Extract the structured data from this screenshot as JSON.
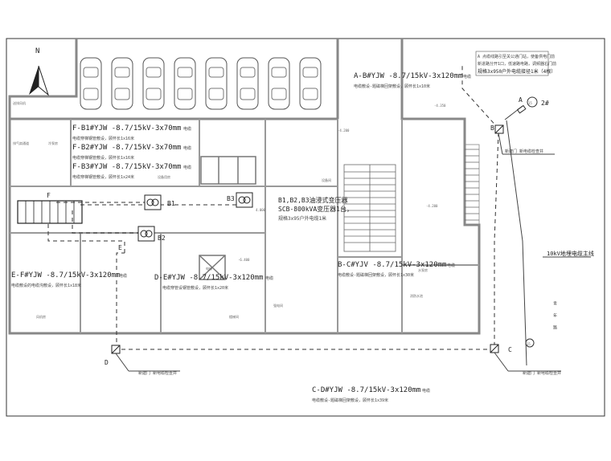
{
  "north_label": "N",
  "cables": {
    "ab": {
      "spec": "A-B#YJW -8.7/15kV-3x120mm",
      "unit": "电缆",
      "note": "电缆敷设-题磁梯回架敷设，顾怀长1x10米"
    },
    "fb1": {
      "spec": "F-B1#YJW -8.7/15kV-3x70mm",
      "unit": "电缆",
      "note": "电缆穿梯钢管敷设，顾怀长1x16米"
    },
    "fb2": {
      "spec": "F-B2#YJW -8.7/15kV-3x70mm",
      "unit": "电缆",
      "note": "电缆穿梯钢管敷设，顾怀长1x16米"
    },
    "fb3": {
      "spec": "F-B3#YJW -8.7/15kV-3x70mm",
      "unit": "电缆",
      "note": "电缆穿梯钢管敷设，顾怀长1x24米"
    },
    "ef": {
      "spec": "E-F#YJW -8.7/15kV-3x120mm",
      "unit": "电缆",
      "note": "电缆敷设的电缆沟敷设，顾怀长1x18米"
    },
    "de": {
      "spec": "D-E#YJW -8.7/15kV-3x120mm",
      "unit": "电缆",
      "note": "电缆穿管设钢管敷设，顾怀长1x20米"
    },
    "bc": {
      "spec": "B-C#YJV -8.7/15kV-3x120mm",
      "unit": "电缆",
      "note": "电缆敷设-题磁梯回架敷设，顾怀长1x30米"
    },
    "cd": {
      "spec": "C-D#YJW -8.7/15kV-3x120mm",
      "unit": "电缆",
      "note": "电缆敷设-题磁梯回架敷设，顾怀长1x39米"
    }
  },
  "transformers": {
    "heading": "B1,B2,B3油浸式变压器",
    "model": "SCB-800kVA变压器1台，",
    "note": "规格3x95户外电缆1米"
  },
  "nodes": {
    "A": "A",
    "A_num": "15",
    "A_tag": "2#",
    "B": "B",
    "C": "C",
    "C_num": "15",
    "D": "D",
    "E": "E",
    "F": "F",
    "B1": "B1",
    "B2": "B2",
    "B3": "B3"
  },
  "manholes": {
    "b": "新建门 新电缆检查井",
    "c": "新建门 新电缆检查井",
    "d": "新建门 新电缆检查井"
  },
  "top_note": {
    "line1": "A 点缆线路引至关公通门站，使备供电门前",
    "line2": "新进路分开1口，低速路电路，调频器右门前",
    "line3": "规格3x950户外电缆接径1米（4根）"
  },
  "feeder_label": "10kV地埋电缆主线",
  "road_label": "青年路",
  "elevations": {
    "a": "-4.200",
    "b": "-4.350",
    "c": "-4.200",
    "d": "-6.400",
    "e": "4.000"
  },
  "room_labels": {
    "r1": "排气扇通道",
    "r2": "冷泵房",
    "r3": "送排风机",
    "r4": "风机房",
    "r5": "设备用房",
    "r6": "楼梯间",
    "r7": "电梯",
    "r8": "强电间",
    "r9": "水泵房",
    "r10": "消防水池",
    "r11": "设备间"
  }
}
